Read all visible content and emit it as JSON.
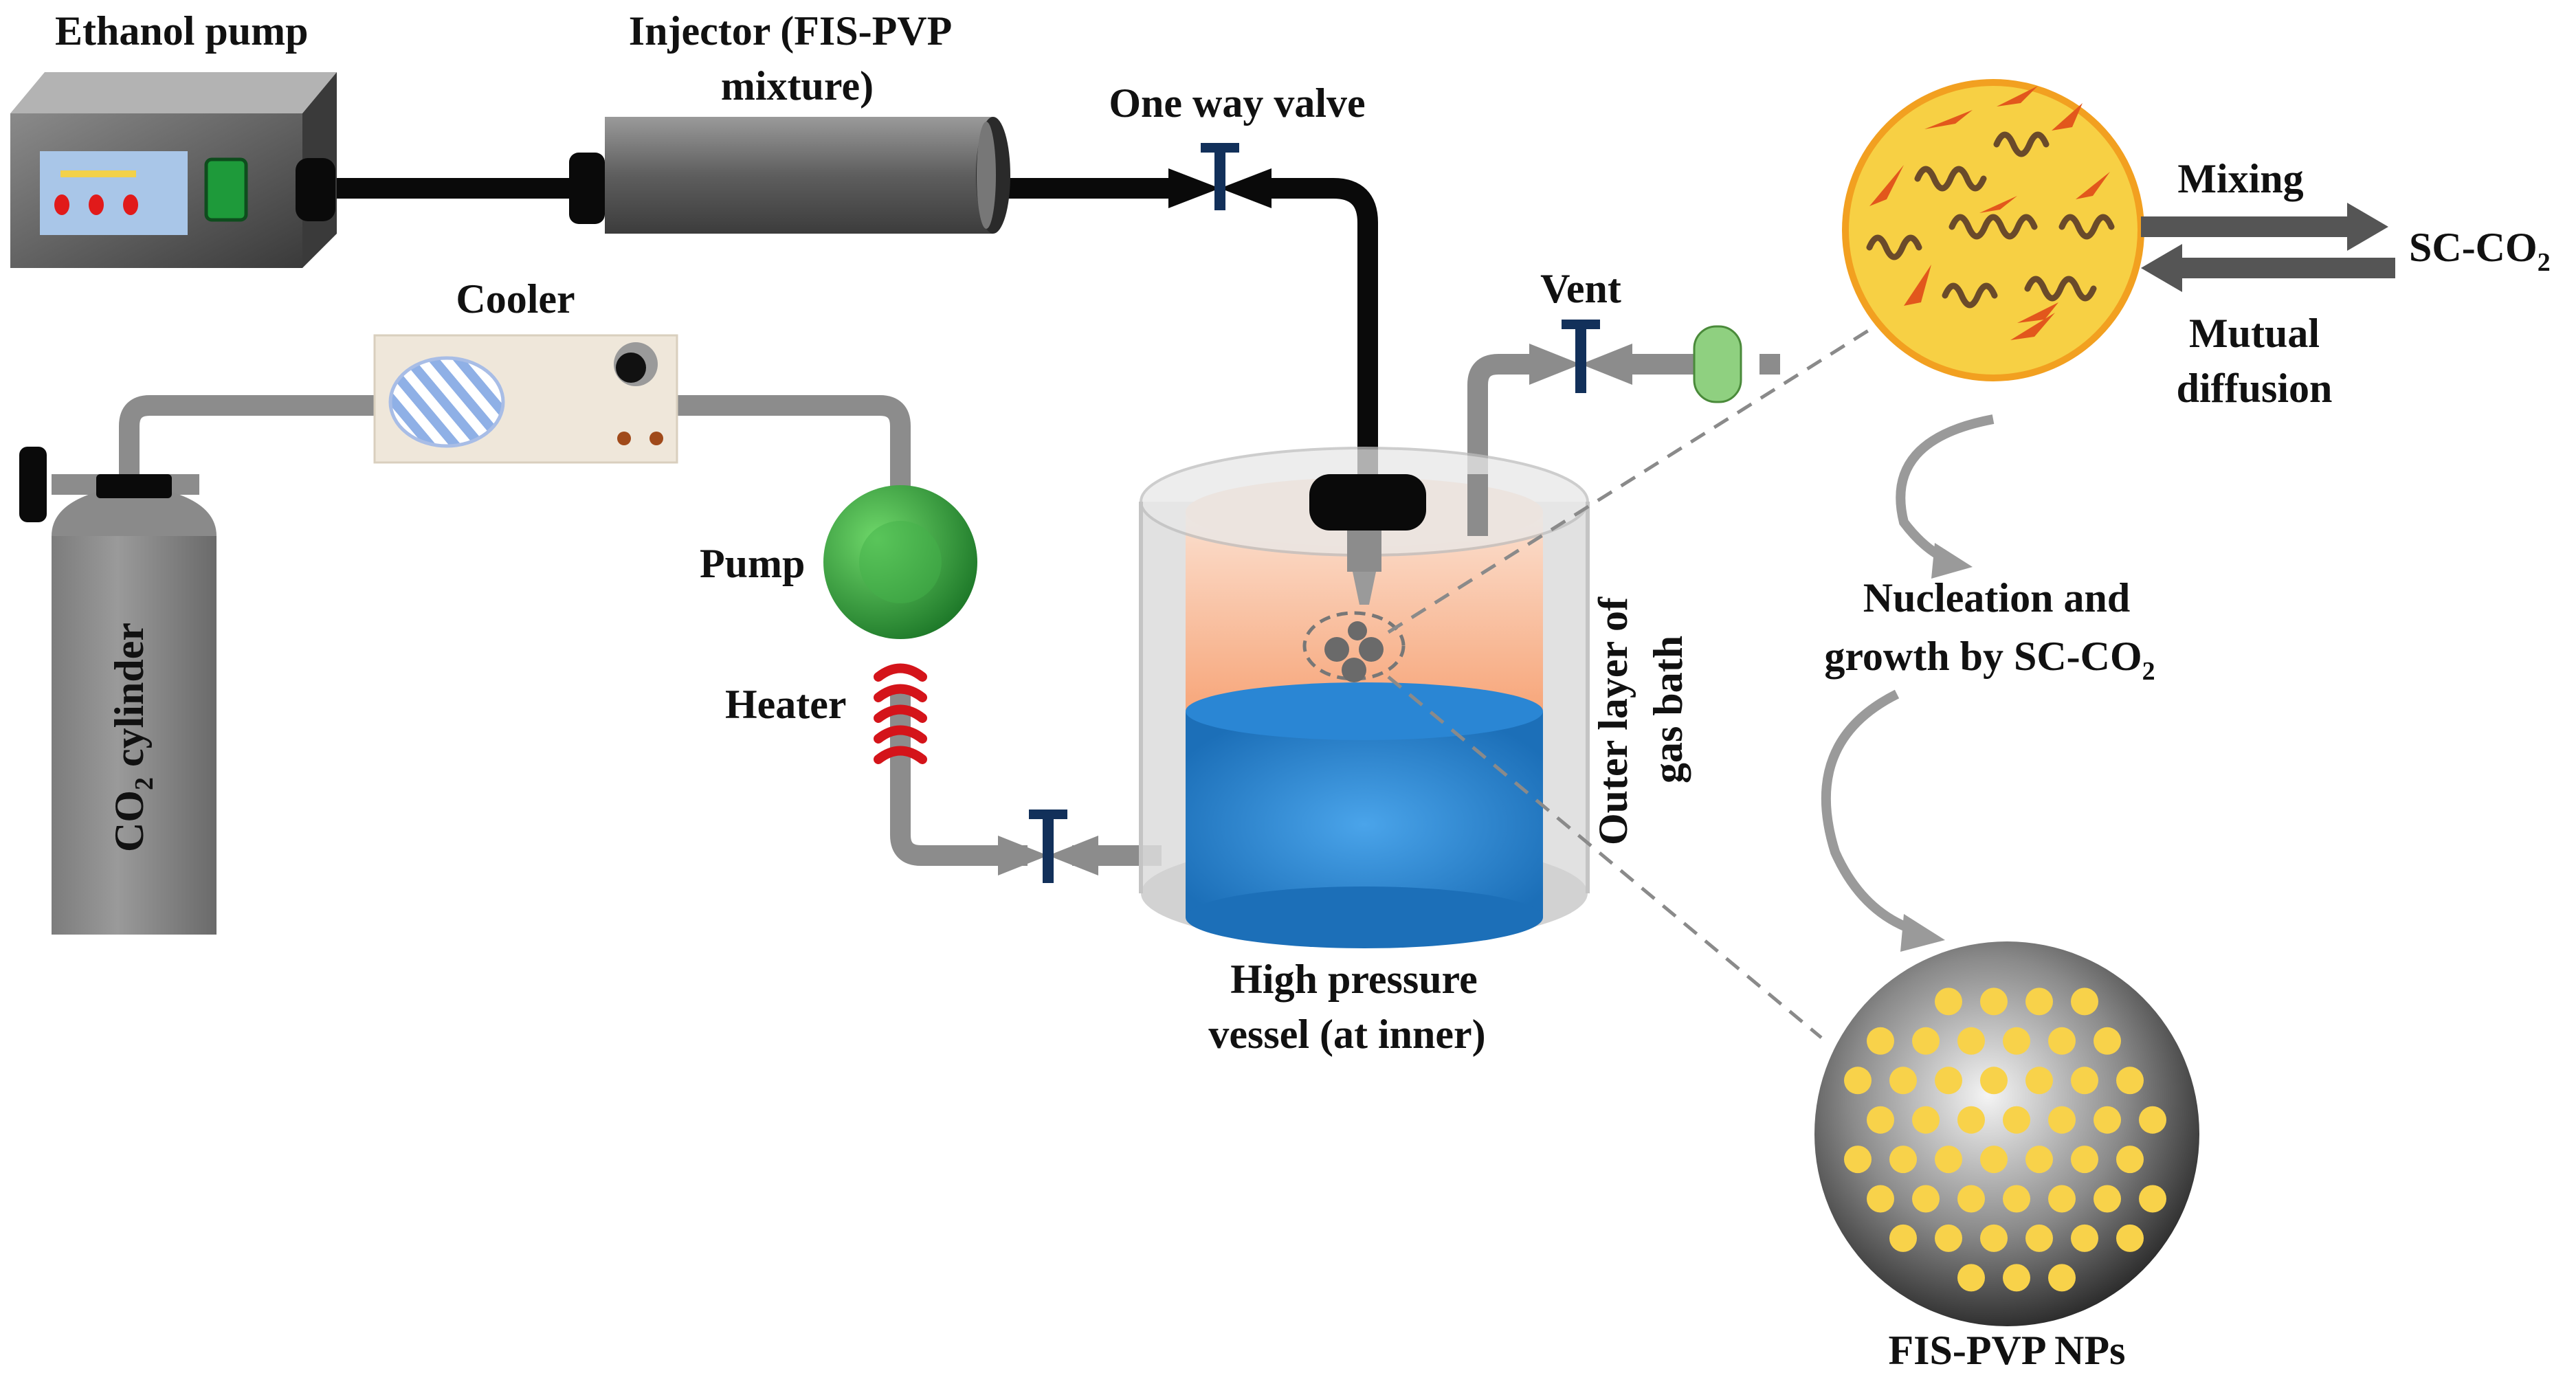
{
  "labels": {
    "ethanol_pump": "Ethanol pump",
    "injector_line1": "Injector (FIS-PVP",
    "injector_line2": "mixture)",
    "one_way_valve": "One way valve",
    "vent": "Vent",
    "cooler": "Cooler",
    "pump": "Pump",
    "heater": "Heater",
    "co2_cylinder_pre": "CO",
    "co2_cylinder_sub": "2",
    "co2_cylinder_post": " cylinder",
    "outer_layer_line1": "Outer layer of",
    "outer_layer_line2": "gas bath",
    "vessel_line1": "High pressure",
    "vessel_line2": "vessel (at inner)",
    "mixing": "Mixing",
    "sc_co2_pre": "SC-CO",
    "sc_co2_sub": "2",
    "mutual_line1": "Mutual",
    "mutual_line2": "diffusion",
    "nucleation_line1": "Nucleation and",
    "nucleation_line2_pre": "growth by SC-CO",
    "nucleation_line2_sub": "2",
    "nps": "FIS-PVP NPs"
  },
  "colors": {
    "pipe_black": "#0a0a0a",
    "pipe_gray": "#8c8c8c",
    "valve_blue": "#12305a",
    "pump_green": "#2e9a3a",
    "heater_red": "#d4141a",
    "liquid_blue": "#2f8fd8",
    "gas_orange": "#f7b48a",
    "mix_yellow": "#f7d044",
    "np_yellow": "#f8d24a"
  }
}
